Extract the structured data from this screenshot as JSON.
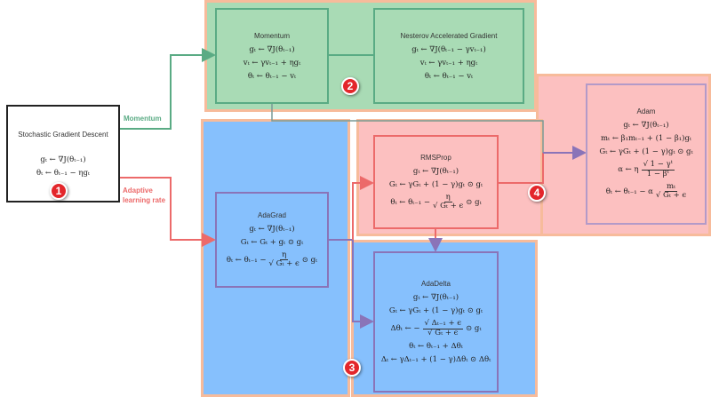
{
  "colors": {
    "momentum": "#5aab84",
    "adaptive": "#ec6a6a",
    "purple": "#8a74b8",
    "orange_border": "#f7bb9b"
  },
  "edge_labels": {
    "momentum": "Momentum",
    "adaptive": "Adaptive learning rate"
  },
  "badges": [
    "1",
    "2",
    "3",
    "4"
  ],
  "boxes": {
    "sgd": {
      "title": "Stochastic Gradient Descent",
      "lines": [
        {
          "text": "gₜ ← ∇J(θₜ₋₁)"
        },
        {
          "text": "θₜ ← θₜ₋₁ − ηgₜ"
        }
      ]
    },
    "momentum": {
      "title": "Momentum",
      "lines": [
        {
          "text": "gₜ ← ∇J(θₜ₋₁)"
        },
        {
          "text": "vₜ ← γvₜ₋₁ + ηgₜ"
        },
        {
          "text": "θₜ ← θₜ₋₁ − vₜ"
        }
      ]
    },
    "nag": {
      "title": "Nesterov Accelerated Gradient",
      "lines": [
        {
          "text": "gₜ ← ∇J(θₜ₋₁ − γvₜ₋₁)"
        },
        {
          "text": "vₜ ← γvₜ₋₁ + ηgₜ"
        },
        {
          "text": "θₜ ← θₜ₋₁ − vₜ"
        }
      ]
    },
    "adagrad": {
      "title": "AdaGrad",
      "lines": [
        {
          "text": "gₜ ← ∇J(θₜ₋₁)"
        },
        {
          "text": "Gₜ ← Gₜ + gₜ ⊙ gₜ"
        },
        {
          "pre": "θₜ ← θₜ₋₁ −",
          "num": "η",
          "den": "√ Gₜ + ϵ",
          "post": "⊙ gₜ"
        }
      ]
    },
    "rmsprop": {
      "title": "RMSProp",
      "lines": [
        {
          "text": "gₜ ← ∇J(θₜ₋₁)"
        },
        {
          "text": "Gₜ ← γGₜ + (1 − γ)gₜ ⊙ gₜ"
        },
        {
          "pre": "θₜ ← θₜ₋₁ −",
          "num": "η",
          "den": "√ Gₜ + ϵ",
          "post": "⊙ gₜ"
        }
      ]
    },
    "adam": {
      "title": "Adam",
      "lines": [
        {
          "text": "gₜ ← ∇J(θₜ₋₁)"
        },
        {
          "text": "mₜ ← β₁mₜ₋₁ + (1 − β₁)gₜ"
        },
        {
          "text": "Gₜ ← γGₜ + (1 − γ)gₜ ⊙ gₜ"
        },
        {
          "pre": "α ← η",
          "num": "√ 1 − γᵗ",
          "den": "1 − βᵗ",
          "post": ""
        },
        {
          "pre": "θₜ ← θₜ₋₁ − α",
          "num": "mₜ",
          "den": "√ Gₜ + ϵ",
          "post": ""
        }
      ]
    },
    "adadelta": {
      "title": "AdaDelta",
      "lines": [
        {
          "text": "gₜ ← ∇J(θₜ₋₁)"
        },
        {
          "text": "Gₜ ← γGₜ + (1 − γ)gₜ ⊙ gₜ"
        },
        {
          "pre": "Δθₜ ← −",
          "num": "√ Δₜ₋₁ + ϵ",
          "den": "√ Gₜ + ϵ",
          "post": "⊙ gₜ"
        },
        {
          "text": "θₜ ← θₜ₋₁ + Δθₜ"
        },
        {
          "text": "Δₜ ← γΔₜ₋₁ + (1 − γ)Δθₜ ⊙ Δθₜ"
        }
      ]
    }
  }
}
